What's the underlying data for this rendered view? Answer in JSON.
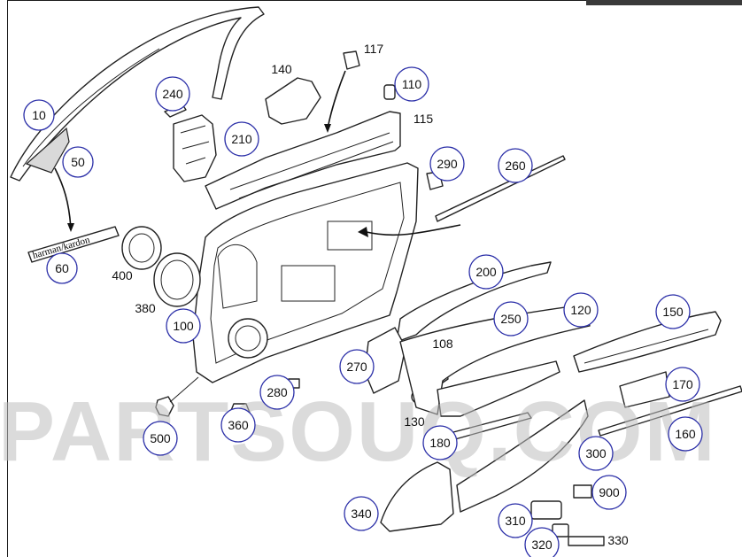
{
  "watermark": "PARTSOUQ.COM",
  "logo_text": "harman/kardon",
  "callouts": [
    {
      "id": "10",
      "label": "10"
    },
    {
      "id": "50",
      "label": "50"
    },
    {
      "id": "60",
      "label": "60"
    },
    {
      "id": "100",
      "label": "100"
    },
    {
      "id": "110",
      "label": "110"
    },
    {
      "id": "120",
      "label": "120"
    },
    {
      "id": "150",
      "label": "150"
    },
    {
      "id": "170",
      "label": "170"
    },
    {
      "id": "160",
      "label": "160"
    },
    {
      "id": "180",
      "label": "180"
    },
    {
      "id": "200",
      "label": "200"
    },
    {
      "id": "210",
      "label": "210"
    },
    {
      "id": "240",
      "label": "240"
    },
    {
      "id": "250",
      "label": "250"
    },
    {
      "id": "260",
      "label": "260"
    },
    {
      "id": "270",
      "label": "270"
    },
    {
      "id": "280",
      "label": "280"
    },
    {
      "id": "290",
      "label": "290"
    },
    {
      "id": "300",
      "label": "300"
    },
    {
      "id": "310",
      "label": "310"
    },
    {
      "id": "320",
      "label": "320"
    },
    {
      "id": "340",
      "label": "340"
    },
    {
      "id": "360",
      "label": "360"
    },
    {
      "id": "500",
      "label": "500"
    },
    {
      "id": "900",
      "label": "900"
    }
  ],
  "plain_labels": [
    {
      "id": "117",
      "label": "117"
    },
    {
      "id": "115",
      "label": "115"
    },
    {
      "id": "140",
      "label": "140"
    },
    {
      "id": "400",
      "label": "400"
    },
    {
      "id": "380",
      "label": "380"
    },
    {
      "id": "108",
      "label": "108"
    },
    {
      "id": "130",
      "label": "130"
    },
    {
      "id": "330",
      "label": "330"
    }
  ]
}
